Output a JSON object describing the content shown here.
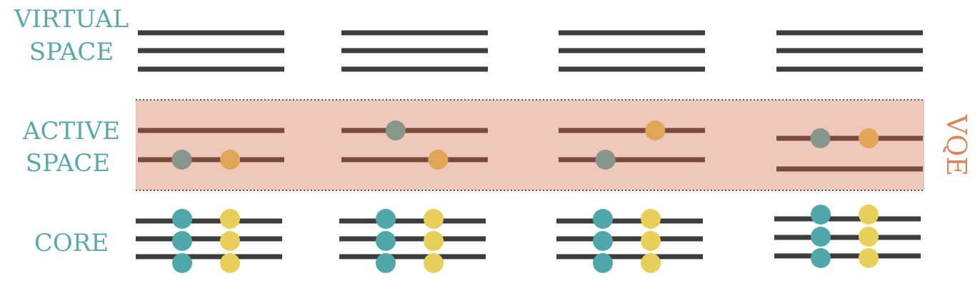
{
  "labels": {
    "virtual": [
      "VIRTUAL",
      "SPACE"
    ],
    "active": [
      "ACTIVE",
      "SPACE"
    ],
    "core": "CORE",
    "method": "VQE"
  },
  "colors": {
    "label_text": "#5aa8a8",
    "method_text": "#d98960",
    "band_fill": "#edc8bb",
    "band_border": "#555555",
    "orbital_dark": "#3d3d3d",
    "orbital_active": "#7a4a3c",
    "teal_electron": "#4fa7aa",
    "yellow_electron": "#e8cf5a",
    "grey_electron": "#87958a",
    "orange_electron": "#e2a555"
  },
  "configurations": [
    {
      "active_upper": [],
      "active_lower": [
        "grey",
        "orange"
      ]
    },
    {
      "active_upper": [
        "grey"
      ],
      "active_lower": [
        "orange"
      ]
    },
    {
      "active_upper": [
        "orange"
      ],
      "active_lower": [
        "grey"
      ]
    },
    {
      "active_upper": [
        "grey",
        "orange"
      ],
      "active_lower": []
    }
  ]
}
